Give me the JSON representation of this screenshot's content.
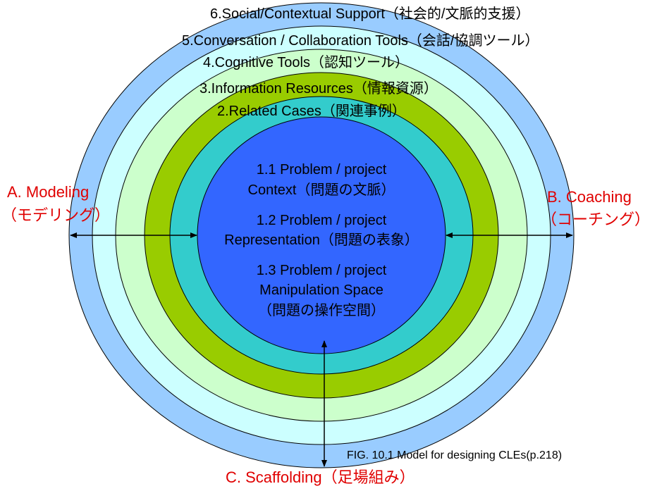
{
  "colors": {
    "ring6": "#99CCFF",
    "ring5": "#CCFFFF",
    "ring4": "#CCFFCC",
    "ring3": "#99CC00",
    "ring2": "#33CCCC",
    "ring1": "#3366FF",
    "accent_red": "#E00000"
  },
  "layers": {
    "l6": "6.Social/Contextual Support（社会的/文脈的支援）",
    "l5": "5.Conversation / Collaboration Tools（会話/協調ツール）",
    "l4": "4.Cognitive Tools（認知ツール）",
    "l3": "3.Information Resources（情報資源）",
    "l2": "2.Related Cases（関連事例）"
  },
  "core": {
    "c1a": "1.1 Problem / project",
    "c1b": "Context（問題の文脈）",
    "c2a": "1.2 Problem / project",
    "c2b": "Representation（問題の表象）",
    "c3a": "1.3 Problem / project",
    "c3b": "Manipulation Space",
    "c3c": "（問題の操作空間）"
  },
  "supports": {
    "a1": "A. Modeling",
    "a2": "（モデリング）",
    "b1": "B. Coaching",
    "b2": "（コーチング）",
    "c": "C. Scaffolding（足場組み）"
  },
  "caption": "FIG. 10.1  Model for designing CLEs(p.218)"
}
